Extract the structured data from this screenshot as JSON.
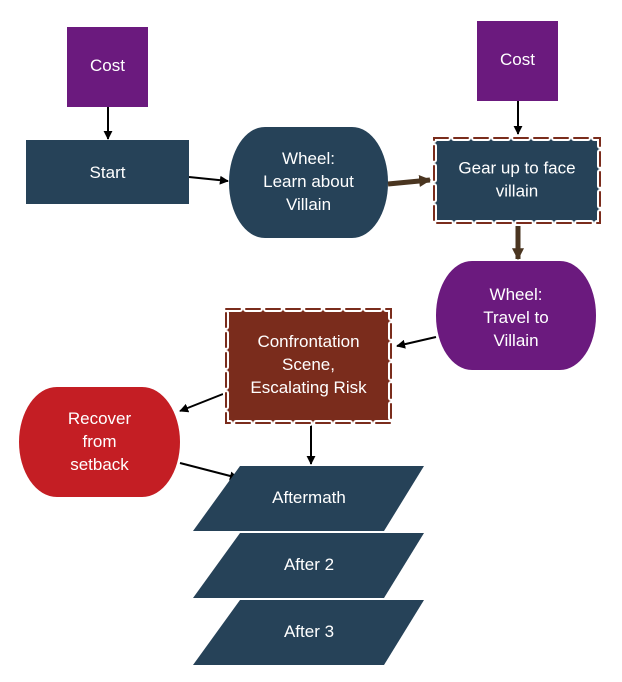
{
  "colors": {
    "navy": "#264258",
    "purple": "#6b1a7e",
    "rust": "#7a2c1c",
    "red": "#c41e24",
    "arrow_black": "#000000",
    "arrow_brown": "#4a3520",
    "dash_border": "#7a2c1c",
    "background": "#ffffff"
  },
  "nodes": {
    "cost_1": {
      "lines": [
        "Cost"
      ]
    },
    "cost_2": {
      "lines": [
        "Cost"
      ]
    },
    "start": {
      "lines": [
        "Start"
      ]
    },
    "wheel_learn": {
      "lines": [
        "Wheel:",
        "Learn about",
        "Villain"
      ]
    },
    "gear_up": {
      "lines": [
        "Gear up to face",
        "villain"
      ]
    },
    "wheel_travel": {
      "lines": [
        "Wheel:",
        "Travel to",
        "Villain"
      ]
    },
    "confrontation": {
      "lines": [
        "Confrontation",
        "Scene,",
        "Escalating Risk"
      ]
    },
    "recover": {
      "lines": [
        "Recover",
        "from",
        "setback"
      ]
    },
    "aftermath": {
      "lines": [
        "Aftermath"
      ]
    },
    "after_2": {
      "lines": [
        "After 2"
      ]
    },
    "after_3": {
      "lines": [
        "After 3"
      ]
    }
  }
}
